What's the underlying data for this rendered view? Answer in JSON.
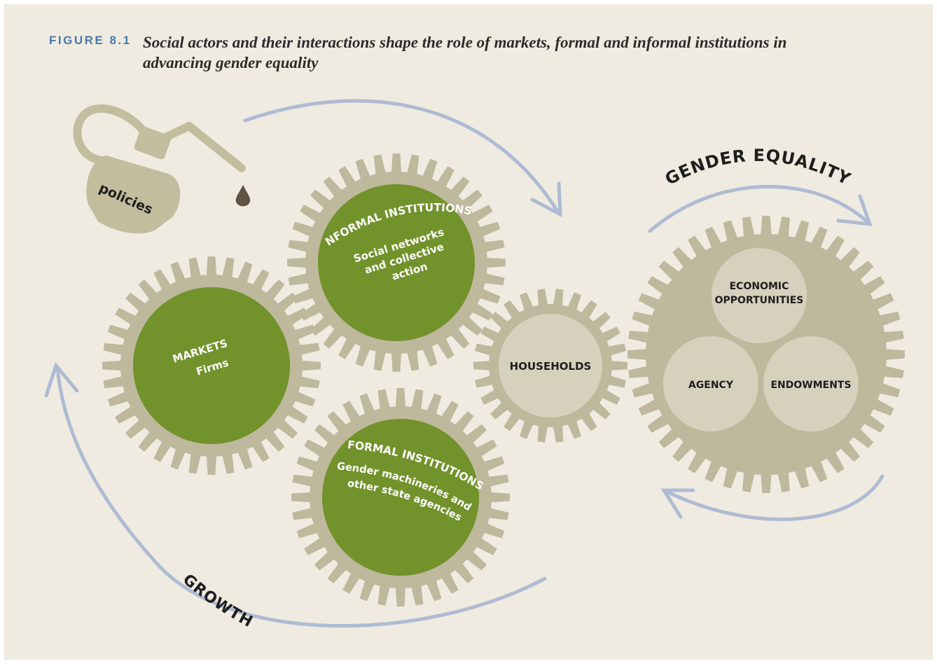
{
  "header": {
    "figure_label": "FIGURE 8.1",
    "title": "Social actors and their interactions shape the role of markets, formal and informal institutions in advancing gender equality"
  },
  "diagram": {
    "policies_label": "policies",
    "informal": {
      "title": "INFORMAL INSTITUTIONS",
      "lines": [
        "Social networks",
        "and collective",
        "action"
      ]
    },
    "markets": {
      "title": "MARKETS",
      "lines": [
        "Firms"
      ]
    },
    "formal": {
      "title": "FORMAL INSTITUTIONS",
      "lines": [
        "Gender machineries and",
        "other state agencies"
      ]
    },
    "households": "HOUSEHOLDS",
    "gender_equality": "GENDER EQUALITY",
    "growth": "GROWTH",
    "economic_opportunities": [
      "ECONOMIC",
      "OPPORTUNITIES"
    ],
    "agency": "AGENCY",
    "endowments": "ENDOWMENTS"
  },
  "colors": {
    "background": "#efebe1",
    "gear": "#beb89c",
    "green": "#72922b",
    "hub_light": "#d6d1bd",
    "arrow": "#afbbd3",
    "figure_label": "#4a78ad",
    "text_dark": "#1e1e1e",
    "text_light": "#ffffff"
  }
}
